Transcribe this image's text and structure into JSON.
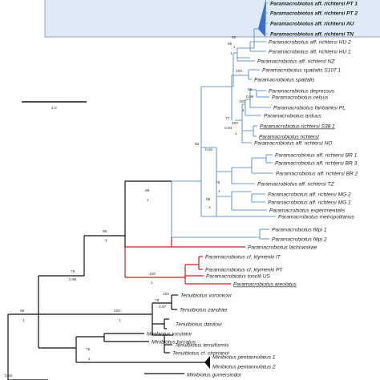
{
  "tree": {
    "colors": {
      "background": "#ffffff",
      "highlight_box": "#deebf7",
      "highlight_border": "#6f8fb8",
      "blue_clade": "#6f9ad6",
      "triangle": "#3a6fcf",
      "red_clade": "#cc1f1f",
      "black": "#111111"
    },
    "scale_bar": {
      "label": "2.0"
    },
    "highlighted_taxa": [
      "Paramacrobiotus aff. richtersi PT 1",
      "Paramacrobiotus aff. richtersi PT 2",
      "Paramacrobiotus aff. richtersi AU",
      "Paramacrobiotus aff. richtersi TN"
    ],
    "taxa": [
      "Paramacrobiotus aff. richtersi HU 2",
      "Paramacrobiotus aff. richtersi HU 1",
      "Paramacrobiotus aff. richtersi NZ",
      "Paramacrobiotus spatialis S107 1",
      "Paramacrobiotus spatialis",
      "Paramacrobiotus depressus",
      "Paramacrobiotus celsus",
      "Paramacrobiotus fairbanksi PL",
      "Paramacrobiotus arduus",
      "Paramacrobiotus richtersi S38 1",
      "Paramacrobiotus richtersi",
      "Paramacrobiotus aff. richtersi NO",
      "Paramacrobiotus aff. richtersi BR 1",
      "Paramacrobiotus aff. richtersi BR 3",
      "Paramacrobiotus aff. richtersi BR 2",
      "Paramacrobiotus aff. richtersi TZ",
      "Paramacrobiotus aff. richtersi MG 2",
      "Paramacrobiotus aff. richtersi MG 1",
      "Paramacrobiotus experimentalis",
      "Paramacrobiotus metropolitanus",
      "Paramacrobiotus filipi 1",
      "Paramacrobiotus filipi 2",
      "Paramacrobiotus lachowskae",
      "Paramacrobiotus cf. klymenki IT",
      "Paramacrobiotus cf. klymenki PT",
      "Paramacrobiotus tonolli US",
      "Paramacrobiotus areolatus",
      "Tenuibiotus voronkovi",
      "Tenuibiotus zandrae",
      "Tenuibiotus danilovi",
      "Tenuibiotus tenuiformis",
      "Tenuibiotus cf. cirprianoi",
      "Minibiotus ioculator",
      "Minibiotus furcatus",
      "Minibiotus pentannulatus 1",
      "Minibiotus pentannulatus 2",
      "Minibiotus gumersindoi"
    ],
    "support": [
      {
        "id": "s80",
        "text": "80"
      },
      {
        "id": "s1a",
        "text": "1"
      },
      {
        "id": "s95",
        "text": "95"
      },
      {
        "id": "s1b",
        "text": "1"
      },
      {
        "id": "s100a",
        "text": "100"
      },
      {
        "id": "s86",
        "text": "86"
      },
      {
        "id": "s099",
        "text": "0.99"
      },
      {
        "id": "s100b",
        "text": "100"
      },
      {
        "id": "s1c",
        "text": "1"
      },
      {
        "id": "s77",
        "text": "77"
      },
      {
        "id": "s094",
        "text": "0.94"
      },
      {
        "id": "s100c",
        "text": "100"
      },
      {
        "id": "s1d",
        "text": "1"
      },
      {
        "id": "s50",
        "text": "50"
      },
      {
        "id": "s091",
        "text": "0.91"
      },
      {
        "id": "s76",
        "text": "76"
      },
      {
        "id": "s1e",
        "text": "1"
      },
      {
        "id": "s98a",
        "text": "98"
      },
      {
        "id": "s1f",
        "text": "1"
      },
      {
        "id": "s98b",
        "text": "98"
      },
      {
        "id": "s1g",
        "text": "1"
      },
      {
        "id": "s96a",
        "text": "96"
      },
      {
        "id": "s1h",
        "text": "1"
      },
      {
        "id": "s100d",
        "text": "100"
      },
      {
        "id": "s1i",
        "text": "1"
      },
      {
        "id": "s75",
        "text": "75"
      },
      {
        "id": "s096",
        "text": "0.96"
      },
      {
        "id": "s100e",
        "text": "100"
      },
      {
        "id": "s78",
        "text": "78"
      },
      {
        "id": "s097",
        "text": "0.97"
      },
      {
        "id": "s100f",
        "text": "100"
      },
      {
        "id": "s1j",
        "text": "1"
      },
      {
        "id": "s96b",
        "text": "96"
      },
      {
        "id": "s1k",
        "text": "1"
      },
      {
        "id": "s76b",
        "text": "76"
      },
      {
        "id": "s1l",
        "text": "1"
      },
      {
        "id": "s093",
        "text": "0.93"
      }
    ]
  }
}
